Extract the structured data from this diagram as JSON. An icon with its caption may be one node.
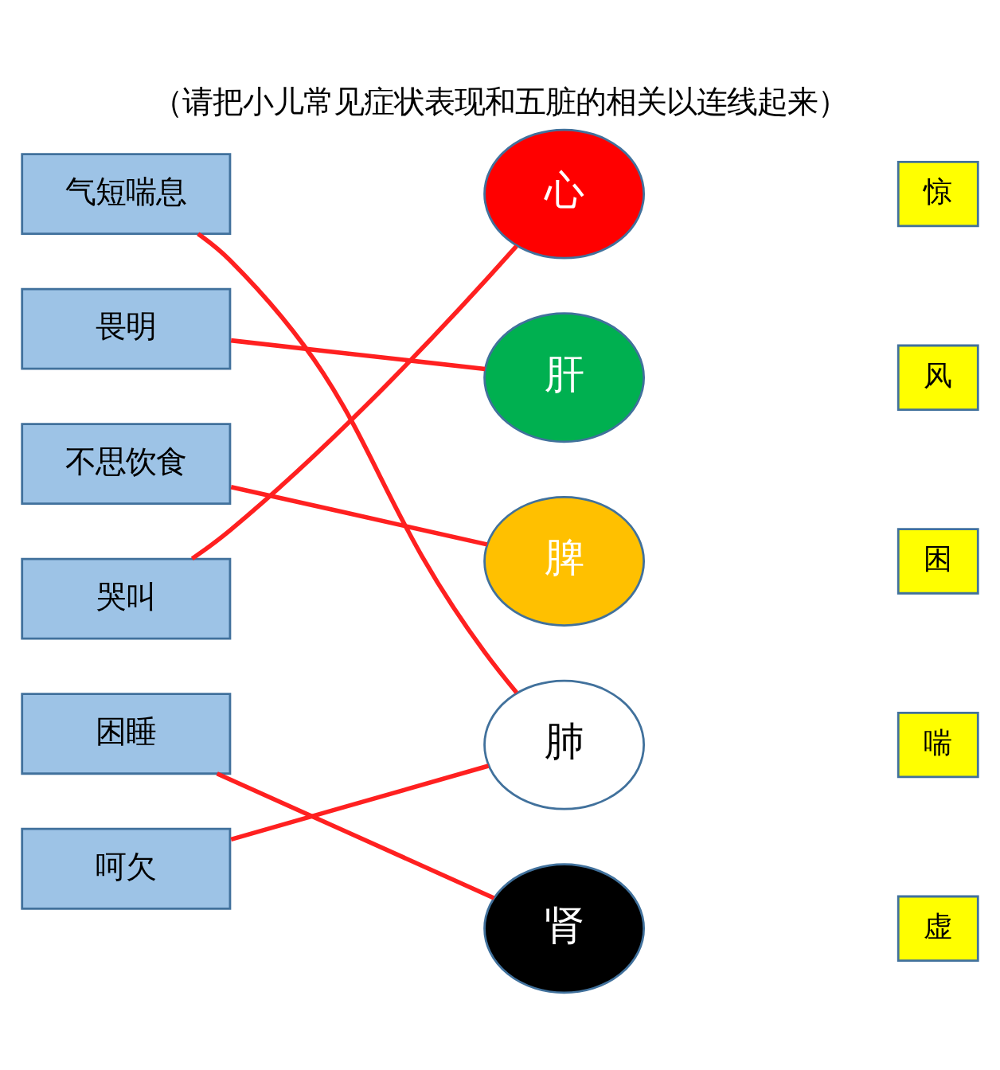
{
  "diagram": {
    "title": "（请把小儿常见症状表现和五脏的相关以连线起来）",
    "nodes": [
      {
        "text": [
          "气短喘息"
        ]
      },
      {
        "text": [
          "畏明"
        ]
      },
      {
        "text": [
          "不思饮食"
        ]
      },
      {
        "text": [
          "哭叫"
        ]
      },
      {
        "text": [
          "困睡"
        ]
      },
      {
        "text": [
          "呵欠"
        ]
      },
      {
        "text": [
          "心"
        ]
      },
      {
        "text": [
          "肝"
        ]
      },
      {
        "text": [
          "脾"
        ]
      },
      {
        "text": [
          "肺"
        ]
      },
      {
        "text": [
          "肾"
        ]
      },
      {
        "text": [
          "惊"
        ]
      },
      {
        "text": [
          "风"
        ]
      },
      {
        "text": [
          "困"
        ]
      },
      {
        "text": [
          "喘"
        ]
      },
      {
        "text": [
          "虚"
        ]
      }
    ],
    "edges": [
      {
        "from": 0,
        "to": 9,
        "arrow": "none"
      },
      {
        "from": 1,
        "to": 7,
        "arrow": "none"
      },
      {
        "from": 2,
        "to": 8,
        "arrow": "none"
      },
      {
        "from": 3,
        "to": 6,
        "arrow": "none"
      },
      {
        "from": 4,
        "to": 10,
        "arrow": "none"
      },
      {
        "from": 5,
        "to": 9,
        "arrow": "none"
      }
    ]
  }
}
